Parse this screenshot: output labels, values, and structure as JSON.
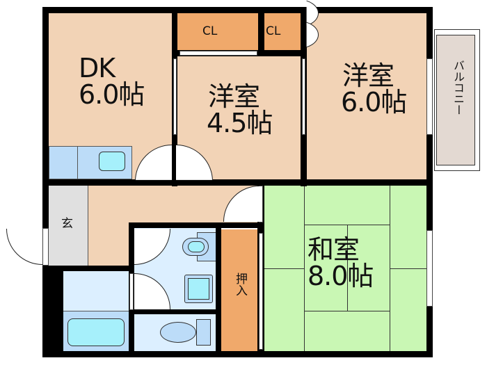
{
  "floor_plan": {
    "rooms": [
      {
        "id": "dk",
        "name": "DK",
        "size": "6.0帖"
      },
      {
        "id": "western_small",
        "name": "洋室",
        "size": "4.5帖"
      },
      {
        "id": "western_large",
        "name": "洋室",
        "size": "6.0帖"
      },
      {
        "id": "japanese",
        "name": "和室",
        "size": "8.0帖"
      },
      {
        "id": "closet_1",
        "name": "CL"
      },
      {
        "id": "closet_2",
        "name": "CL"
      },
      {
        "id": "oshiire",
        "name": "押入"
      },
      {
        "id": "genkan",
        "name": "玄"
      },
      {
        "id": "balcony",
        "name": "バルコニー"
      }
    ],
    "colors": {
      "wood_room": "#f2d3b6",
      "closet": "#f0a96b",
      "tatami": "#c9f7b4",
      "wet_area": "#dcefff",
      "fixture": "#bcdcf8",
      "fixture_inner": "#a6f0fb",
      "genkan": "#e0e0e0",
      "balcony": "#e3d9d2",
      "wall": "#000000"
    }
  }
}
